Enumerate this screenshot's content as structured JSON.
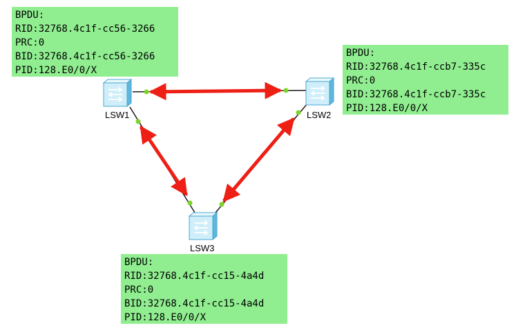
{
  "colors": {
    "arrow": "#ee1f14",
    "link": "#1a1a1a",
    "port_dot": "#7dd32a",
    "box_bg": "#90ee90",
    "switch_face": "#cfeefa",
    "switch_side": "#5fb6dc"
  },
  "switches": [
    {
      "id": "lsw1",
      "label": "LSW1"
    },
    {
      "id": "lsw2",
      "label": "LSW2"
    },
    {
      "id": "lsw3",
      "label": "LSW3"
    }
  ],
  "bpdus": {
    "lsw1": {
      "title": "BPDU:",
      "rid": "RID:32768.4c1f-cc56-3266",
      "prc": "PRC:0",
      "bid": "BID:32768.4c1f-cc56-3266",
      "pid": "PID:128.E0/0/X"
    },
    "lsw2": {
      "title": "BPDU:",
      "rid": "RID:32768.4c1f-ccb7-335c",
      "prc": "PRC:0",
      "bid": "BID:32768.4c1f-ccb7-335c",
      "pid": "PID:128.E0/0/X"
    },
    "lsw3": {
      "title": "BPDU:",
      "rid": "RID:32768.4c1f-cc15-4a4d",
      "prc": "PRC:0",
      "bid": "BID:32768.4c1f-cc15-4a4d",
      "pid": "PID:128.E0/0/X"
    }
  }
}
